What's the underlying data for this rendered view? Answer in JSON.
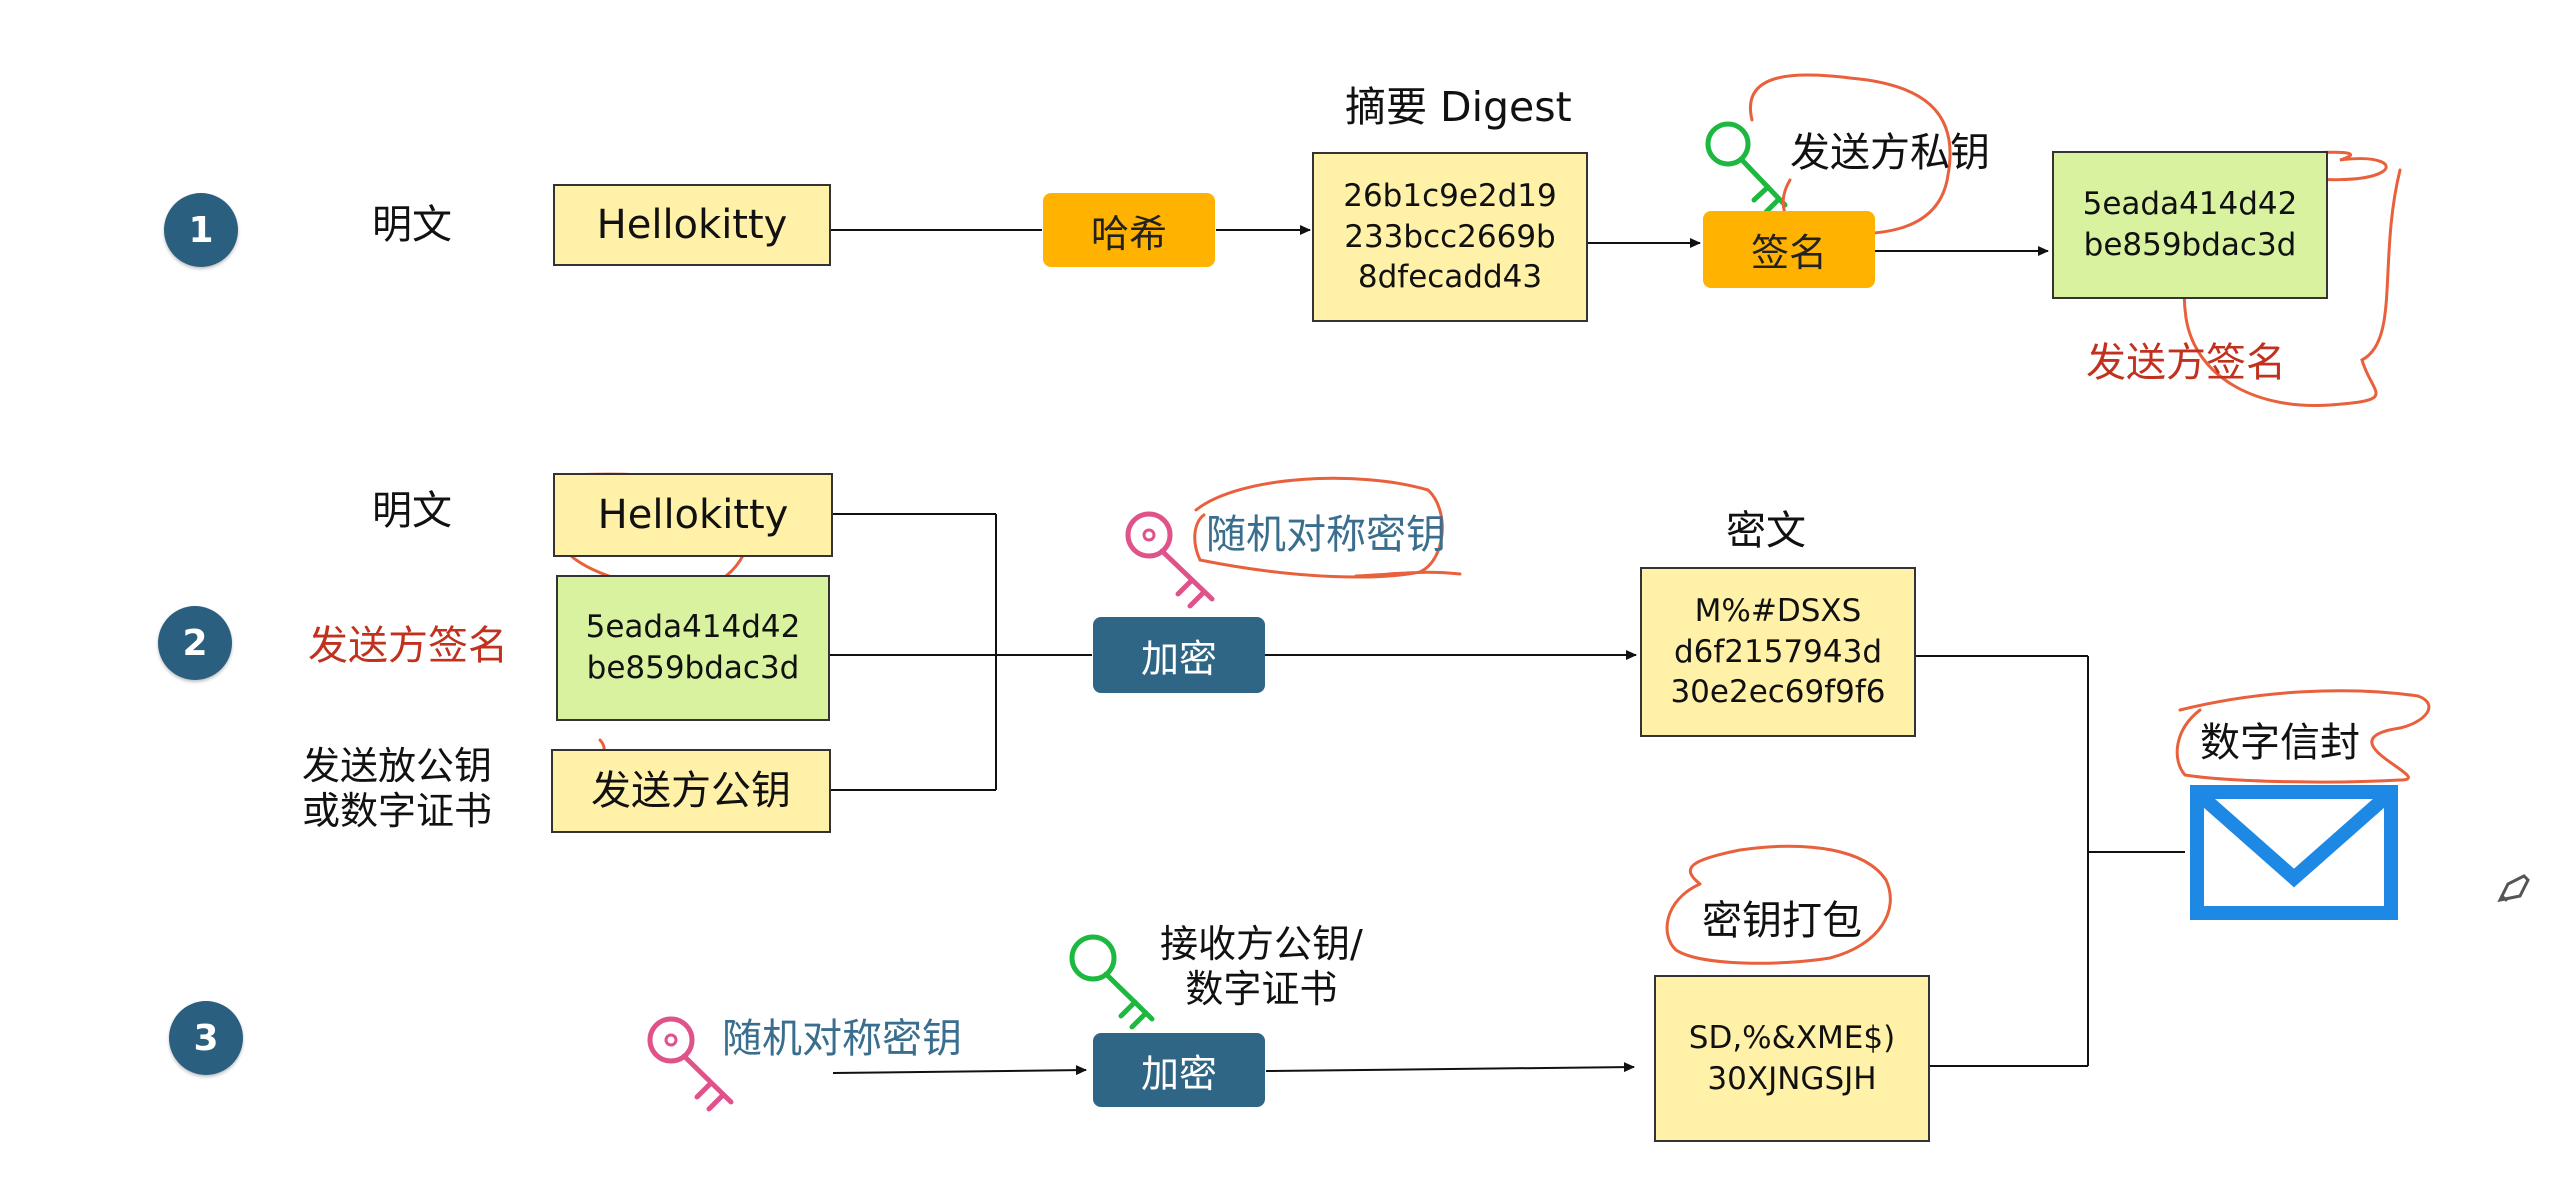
{
  "step_numbers": [
    "1",
    "2",
    "3"
  ],
  "row1": {
    "plaintext_label": "明文",
    "plaintext_value": "Hellokitty",
    "hash_button": "哈希",
    "digest_title": "摘要 Digest",
    "digest_lines": [
      "26b1c9e2d19",
      "233bcc2669b",
      "8dfecadd43"
    ],
    "sender_private_key_label": "发送方私钥",
    "sign_button": "签名",
    "signature_lines": [
      "5eada414d42",
      "be859bdac3d"
    ],
    "signature_annotation": "发送方签名"
  },
  "row2": {
    "plaintext_label": "明文",
    "plaintext_value": "Hellokitty",
    "signature_label": "发送方签名",
    "signature_lines": [
      "5eada414d42",
      "be859bdac3d"
    ],
    "public_key_label_lines": [
      "发送放公钥",
      "或数字证书"
    ],
    "public_key_value": "发送方公钥",
    "symmetric_key_label": "随机对称密钥",
    "encrypt_button": "加密",
    "ciphertext_title": "密文",
    "ciphertext_lines": [
      "M%#DSXS",
      "d6f2157943d",
      "30e2ec69f9f6"
    ]
  },
  "row3": {
    "symmetric_key_label": "随机对称密钥",
    "receiver_key_label_lines": [
      "接收方公钥/",
      "数字证书"
    ],
    "encrypt_button": "加密",
    "key_package_title": "密钥打包",
    "key_package_lines": [
      "SD,%&XME$)",
      "30XJNGSJH"
    ]
  },
  "envelope": {
    "label": "数字信封"
  },
  "icons": {
    "key_green": "key-icon",
    "key_pink": "key-icon",
    "envelope": "envelope-icon",
    "pen": "pen-icon"
  },
  "colors": {
    "box_yellow": "#fff1a8",
    "box_green": "#d9f2a0",
    "button_orange": "#ffb300",
    "button_teal": "#2f6585",
    "step_circle": "#2b5f7f",
    "annotation_red": "#c0321f",
    "key_green": "#1db83f",
    "key_pink": "#e0528a",
    "envelope_blue": "#1e88e5",
    "ink_red": "#e8603c"
  }
}
